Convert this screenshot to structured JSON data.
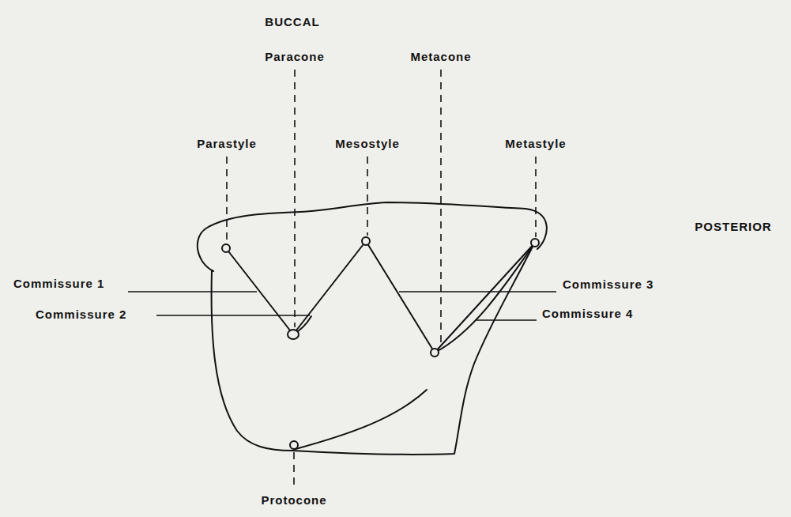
{
  "diagram": {
    "labels": [
      "BUCCAL",
      "Paracone",
      "Metacone",
      "Parastyle",
      "Mesostyle",
      "Metastyle",
      "POSTERIOR",
      "Commissure 1",
      "Commissure 2",
      "Commissure 3",
      "Commissure 4",
      "Protocone"
    ]
  }
}
